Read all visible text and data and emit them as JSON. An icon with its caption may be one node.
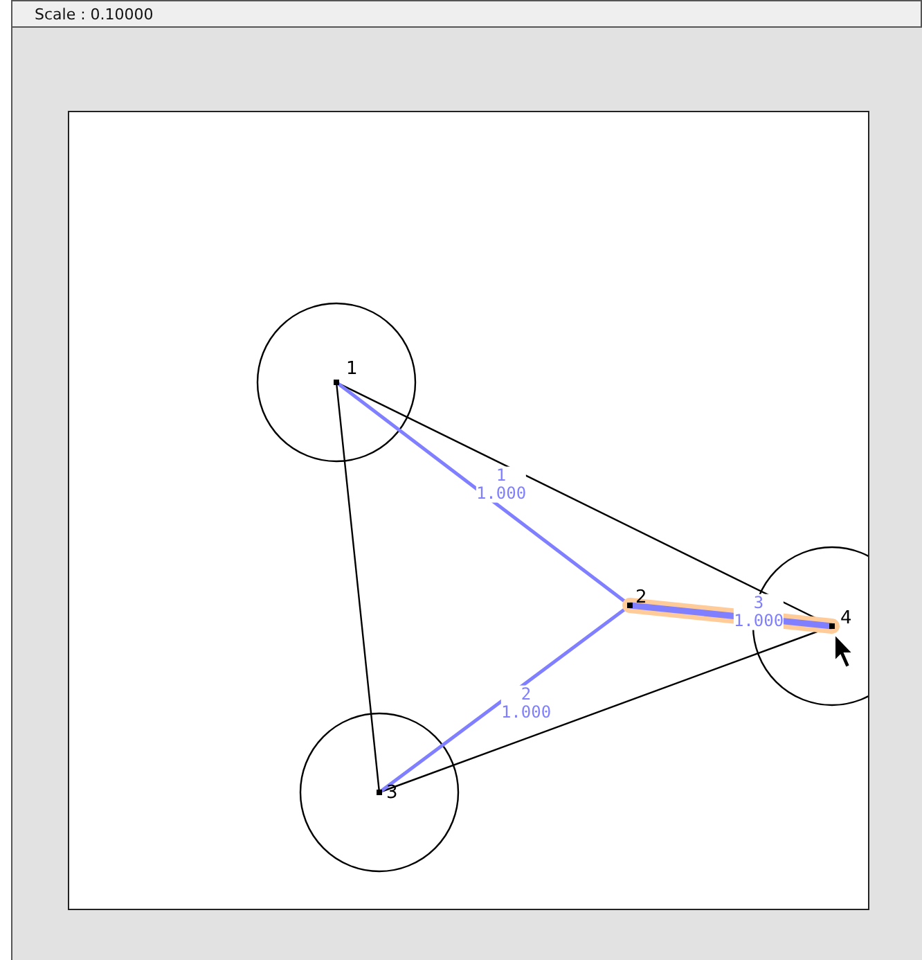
{
  "diagram": {
    "title": "Scale : 0.10000",
    "nodes": [
      {
        "text": [
          "1"
        ]
      },
      {
        "text": [
          "2"
        ]
      },
      {
        "text": [
          "3"
        ]
      },
      {
        "text": [
          "4"
        ]
      }
    ],
    "edges": [
      {
        "from": 0,
        "to": 2,
        "arrow": "none",
        "color": "#000000"
      },
      {
        "from": 0,
        "to": 3,
        "arrow": "none",
        "color": "#000000"
      },
      {
        "from": 2,
        "to": 3,
        "arrow": "none",
        "color": "#000000"
      },
      {
        "from": 0,
        "to": 1,
        "arrow": "none",
        "label": "1 1.000",
        "color": "#7f7fff"
      },
      {
        "from": 2,
        "to": 1,
        "arrow": "none",
        "label": "2 1.000",
        "color": "#7f7fff"
      },
      {
        "from": 1,
        "to": 3,
        "arrow": "none",
        "label": "3 1.000",
        "color": "#7f7fff",
        "style": "thick"
      }
    ]
  }
}
